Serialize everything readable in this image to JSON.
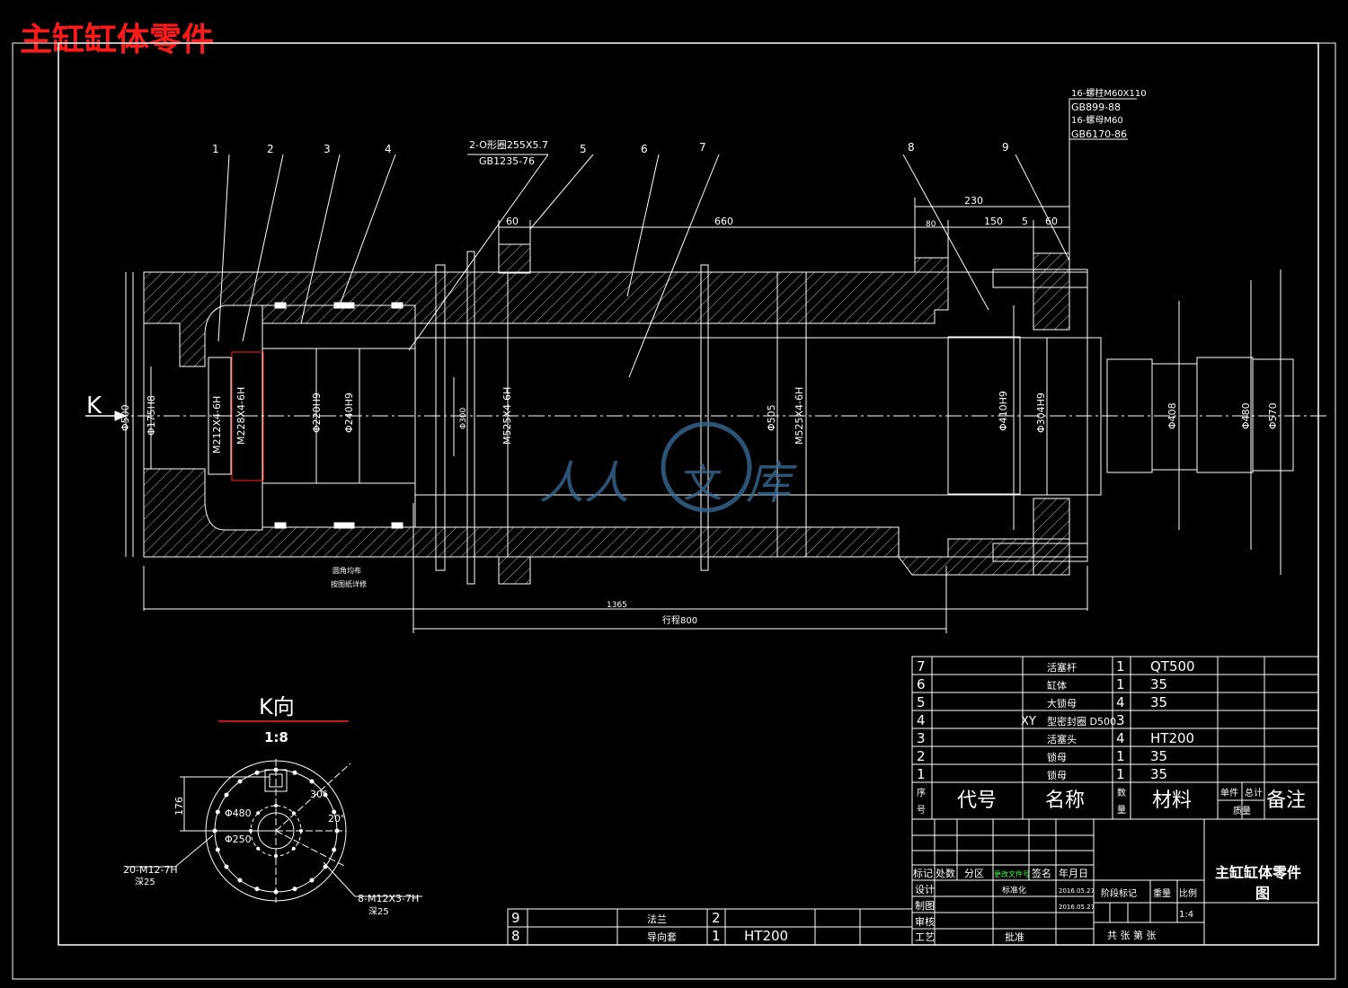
{
  "page_title": "主缸缸体零件",
  "colors": {
    "line": "#ffffff",
    "hatch": "#bfbfbf",
    "title": "#ff1a1a",
    "accent": "#ff2020",
    "watermark": "#3a6f9a"
  },
  "callouts": {
    "p1": "1",
    "p2": "2",
    "p3": "3",
    "p4": "4",
    "p5": "5",
    "p6": "6",
    "p7": "7",
    "p8": "8",
    "p9": "9",
    "seal_a": "2-O形圈255X5.7",
    "seal_b": "GB1235-76",
    "bolt_a": "16-螺柱M60X110",
    "bolt_b": "GB899-88",
    "nut_a": "16-螺母M60",
    "nut_b": "GB6170-86",
    "K": "K"
  },
  "dims": {
    "d60a": "60",
    "d660": "660",
    "d230": "230",
    "d80": "80",
    "d150": "150",
    "d5": "5",
    "d60b": "60",
    "d1365": "1365",
    "stroke": "行程800",
    "phi500": "Φ500",
    "phi175": "Φ175H8",
    "m212": "M212X4-6H",
    "m228": "M228X4-6H",
    "phi220": "Φ220H9",
    "phi240": "Φ240H9",
    "phi300": "Φ300",
    "m525a": "M525X4-6H",
    "phi505": "Φ505",
    "m525b": "M525X4-6H",
    "phi410": "Φ410H9",
    "phi304": "Φ304H9",
    "phi408": "Φ408",
    "phi480": "Φ480",
    "phi570": "Φ570",
    "note1": "圆角均布",
    "note2": "按图纸详修"
  },
  "kview": {
    "title": "K向",
    "scale": "1:8",
    "d176": "176",
    "d480": "Φ480",
    "d250": "Φ250",
    "a30": "30°",
    "a20": "20°",
    "h1a": "20-M12-7H",
    "h1b": "深25",
    "h2a": "8-M12X3-7H",
    "h2b": "深25"
  },
  "parts_table": {
    "rows": [
      {
        "no": "7",
        "code": "",
        "name": "活塞杆",
        "qty": "1",
        "material": "QT500"
      },
      {
        "no": "6",
        "code": "",
        "name": "缸体",
        "qty": "1",
        "material": "35"
      },
      {
        "no": "5",
        "code": "",
        "name": "大锁母",
        "qty": "4",
        "material": "35"
      },
      {
        "no": "4",
        "code": "XY",
        "name": "型密封圈 D500",
        "qty": "3",
        "material": ""
      },
      {
        "no": "3",
        "code": "",
        "name": "活塞头",
        "qty": "4",
        "material": "HT200"
      },
      {
        "no": "2",
        "code": "",
        "name": "锁母",
        "qty": "1",
        "material": "35"
      },
      {
        "no": "1",
        "code": "",
        "name": "锁母",
        "qty": "1",
        "material": "35"
      }
    ],
    "header": {
      "no_a": "序",
      "no_b": "号",
      "code": "代号",
      "name": "名称",
      "qty_a": "数",
      "qty_b": "量",
      "material": "材料",
      "unit": "单件",
      "total": "总计",
      "mass": "质量",
      "note": "备注"
    }
  },
  "lower_table": {
    "rows": [
      {
        "no": "9",
        "name": "法兰",
        "qty": "2",
        "material": ""
      },
      {
        "no": "8",
        "name": "导向套",
        "qty": "1",
        "material": "HT200"
      }
    ]
  },
  "title_block": {
    "mark": "标记",
    "count": "处数",
    "zone": "分区",
    "file": "更改文件号",
    "sign": "签名",
    "date": "年月日",
    "design": "设计",
    "std": "标准化",
    "draw": "制图",
    "check": "审核",
    "process": "工艺",
    "approve": "批准",
    "date1": "2016.05.27",
    "date2": "2016.05.27",
    "stage": "阶段标记",
    "weight": "重量",
    "scale": "比例",
    "scale_val": "1:4",
    "sheets": "共  张  第  张",
    "drawing_name": "主缸缸体零件",
    "drawing_name2": "图"
  },
  "watermark": {
    "text_a": "人人",
    "text_b": "文",
    "text_c": "库"
  }
}
